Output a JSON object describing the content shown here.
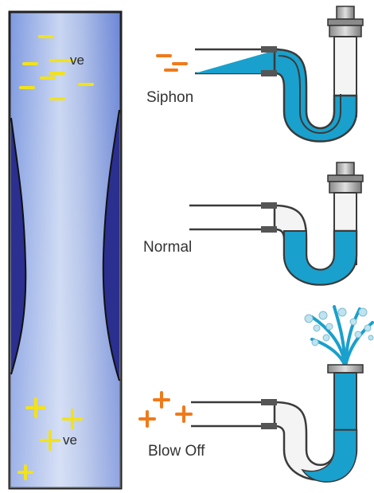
{
  "labels": {
    "siphon": "Siphon",
    "normal": "Normal",
    "blow_off": "Blow Off"
  },
  "stack": {
    "negative_label": "ve",
    "positive_label": "ve"
  },
  "colors": {
    "water": "#1aa0cc",
    "pipe_outline": "#3a3a3a",
    "stack_blue": "#6b88d8",
    "stack_dark": "#2b2f8f",
    "charge_yellow": "#f2e21a",
    "pressure_orange": "#f07a1a"
  }
}
